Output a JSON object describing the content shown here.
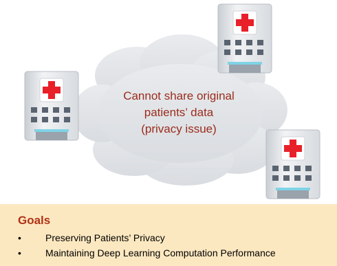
{
  "cloud": {
    "lines": [
      "Cannot share original",
      "patients’ data",
      "(privacy issue)"
    ]
  },
  "hospitals": [
    {
      "icon": "hospital-icon"
    },
    {
      "icon": "hospital-icon"
    },
    {
      "icon": "hospital-icon"
    }
  ],
  "goals": {
    "title": "Goals",
    "bullet": "•",
    "items": [
      "Preserving Patients’ Privacy",
      "Maintaining Deep Learning Computation Performance"
    ]
  },
  "colors": {
    "cloud_text": "#9b2c1c",
    "goals_title": "#b03216",
    "goals_background": "#fce8c0",
    "cloud_fill": "#e3e5e8",
    "cross": "#e8202a"
  }
}
